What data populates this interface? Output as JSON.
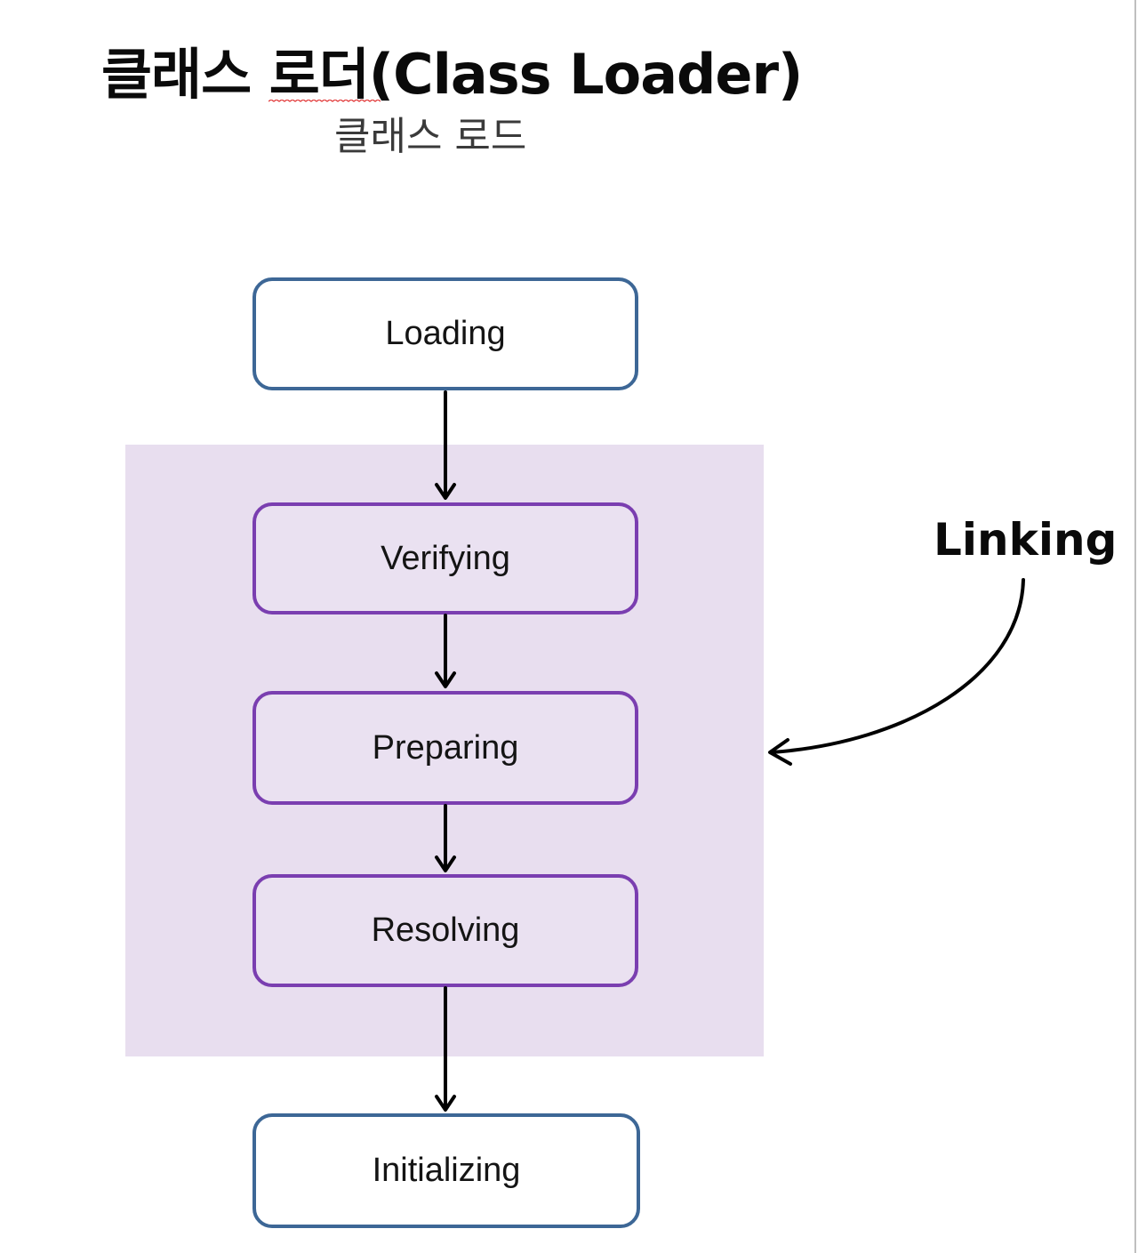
{
  "title": "클래스 로더(Class Loader)",
  "subtitle": "클래스 로드",
  "linking_label": "Linking",
  "nodes": {
    "loading": "Loading",
    "verifying": "Verifying",
    "preparing": "Preparing",
    "resolving": "Resolving",
    "initializing": "Initializing"
  },
  "colors": {
    "outer_node_border": "#3d6796",
    "linking_node_border": "#7a3eb0",
    "linking_region_fill": "#e8deef",
    "arrow": "#000000"
  }
}
